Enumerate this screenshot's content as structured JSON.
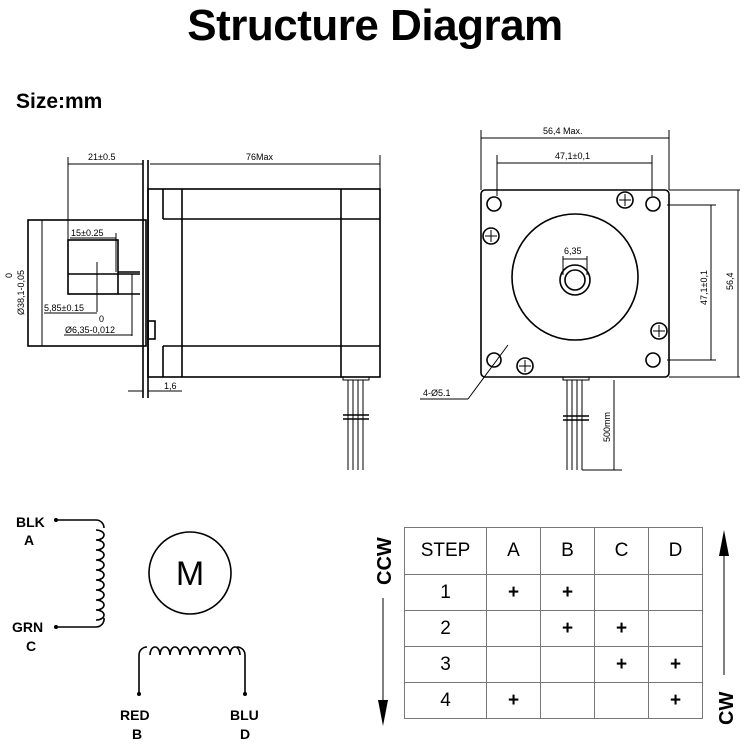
{
  "header": {
    "title": "Structure Diagram",
    "size_label": "Size:mm"
  },
  "side_view": {
    "dimensions": {
      "shaft_length": "21±0.5",
      "body_length": "76Max",
      "flat_length": "15±0.25",
      "boss_diameter_tol": "0",
      "boss_diameter": "Ø38,1-0,05",
      "flat_depth": "5,85±0.15",
      "shaft_diameter_tol": "0",
      "shaft_diameter": "Ø6,35-0,012",
      "flange_thickness": "1,6"
    }
  },
  "front_view": {
    "dimensions": {
      "width_max": "56,4 Max.",
      "hole_spacing_h": "47,1±0,1",
      "shaft_dia": "6,35",
      "hole_spacing_v": "47,1±0,1",
      "height": "56,4",
      "mount_holes": "4-Ø5.1",
      "lead_length": "500mm"
    }
  },
  "wiring": {
    "motor_symbol": "M",
    "coil_a": {
      "top_color": "BLK",
      "top_phase": "A",
      "bottom_color": "GRN",
      "bottom_phase": "C"
    },
    "coil_b": {
      "left_color": "RED",
      "left_phase": "B",
      "right_color": "BLU",
      "right_phase": "D"
    }
  },
  "step_table": {
    "ccw_label": "CCW",
    "cw_label": "CW",
    "headers": [
      "STEP",
      "A",
      "B",
      "C",
      "D"
    ],
    "rows": [
      [
        "1",
        "+",
        "+",
        "",
        ""
      ],
      [
        "2",
        "",
        "+",
        "+",
        ""
      ],
      [
        "3",
        "",
        "",
        "+",
        "+"
      ],
      [
        "4",
        "+",
        "",
        "",
        "+"
      ]
    ]
  }
}
